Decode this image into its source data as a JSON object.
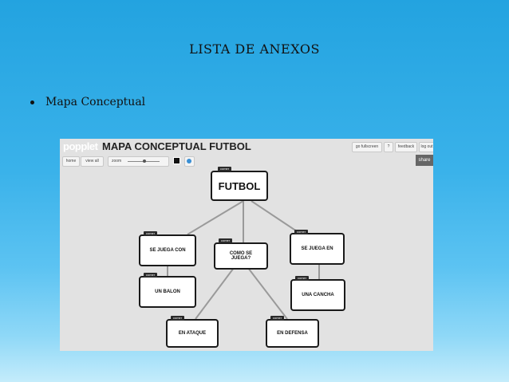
{
  "slide": {
    "title": "LISTA  DE  ANEXOS",
    "bullet": "Mapa Conceptual"
  },
  "popplet": {
    "logo": "popplet",
    "board_title": "MAPA CONCEPTUAL FUTBOL",
    "top_buttons": [
      "go fullscreen",
      "?",
      "feedback",
      "log out"
    ],
    "toolbar": {
      "home": "home",
      "view_all": "view all",
      "zoom": "zoom",
      "share": "share"
    },
    "tag_label": "comer",
    "nodes": {
      "futbol": "FUTBOL",
      "se_juega_con": "SE JUEGA CON",
      "como_se_juega": "COMO SE JUEGA?",
      "se_juega_en": "SE JUEGA EN",
      "un_balon": "UN BALON",
      "una_cancha": "UNA CANCHA",
      "en_ataque": "EN ATAQUE",
      "en_defensa": "EN DEFENSA"
    }
  }
}
